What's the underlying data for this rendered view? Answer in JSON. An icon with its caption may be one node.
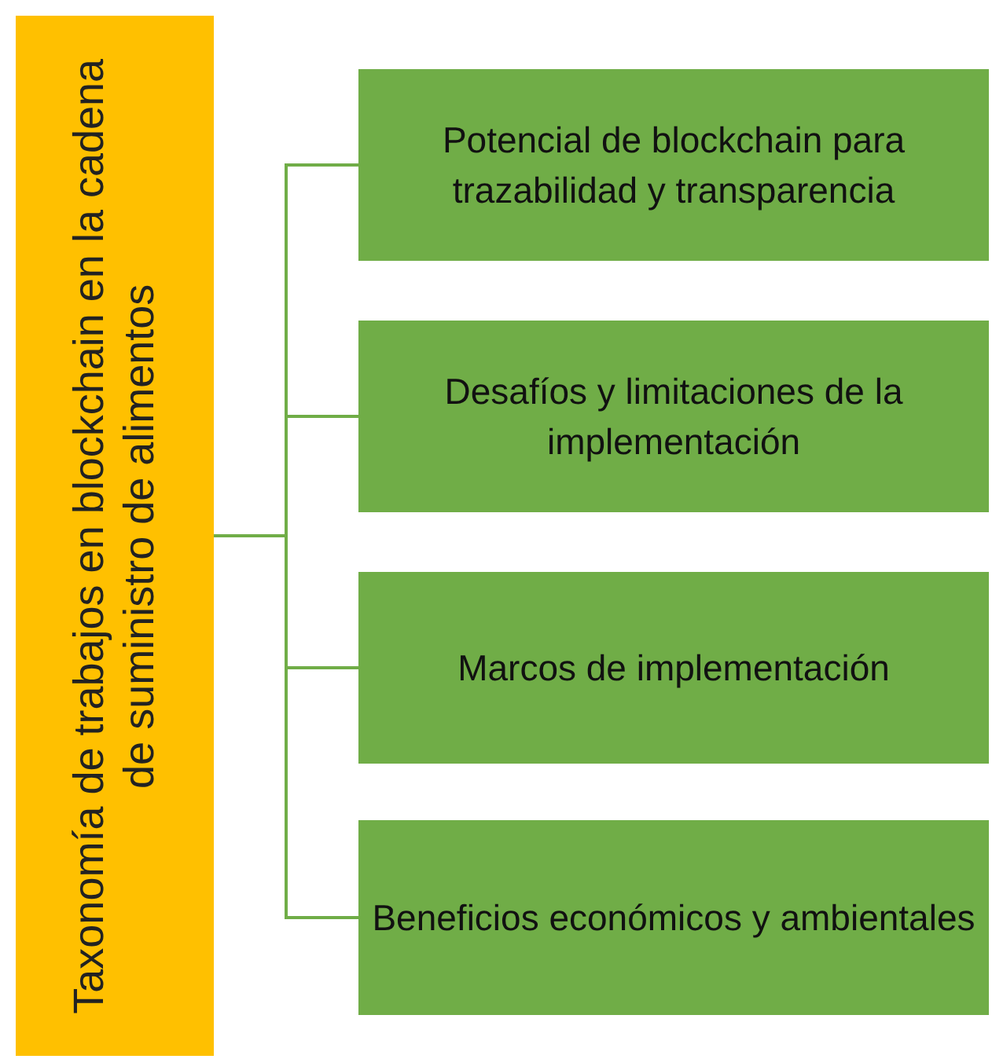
{
  "diagram": {
    "nodes": [
      {
        "text": [
          "Taxonomía de trabajos en blockchain en la cadena de suministro de alimentos"
        ]
      },
      {
        "text": [
          "Potencial de blockchain para trazabilidad y transparencia"
        ]
      },
      {
        "text": [
          "Desafíos y limitaciones de la implementación"
        ]
      },
      {
        "text": [
          "Marcos de implementación"
        ]
      },
      {
        "text": [
          "Beneficios económicos y ambientales"
        ]
      }
    ],
    "edges": [
      {
        "from": 0,
        "to": 1,
        "arrow": "none"
      },
      {
        "from": 0,
        "to": 2,
        "arrow": "none"
      },
      {
        "from": 0,
        "to": 3,
        "arrow": "none"
      },
      {
        "from": 0,
        "to": 4,
        "arrow": "none"
      }
    ]
  }
}
